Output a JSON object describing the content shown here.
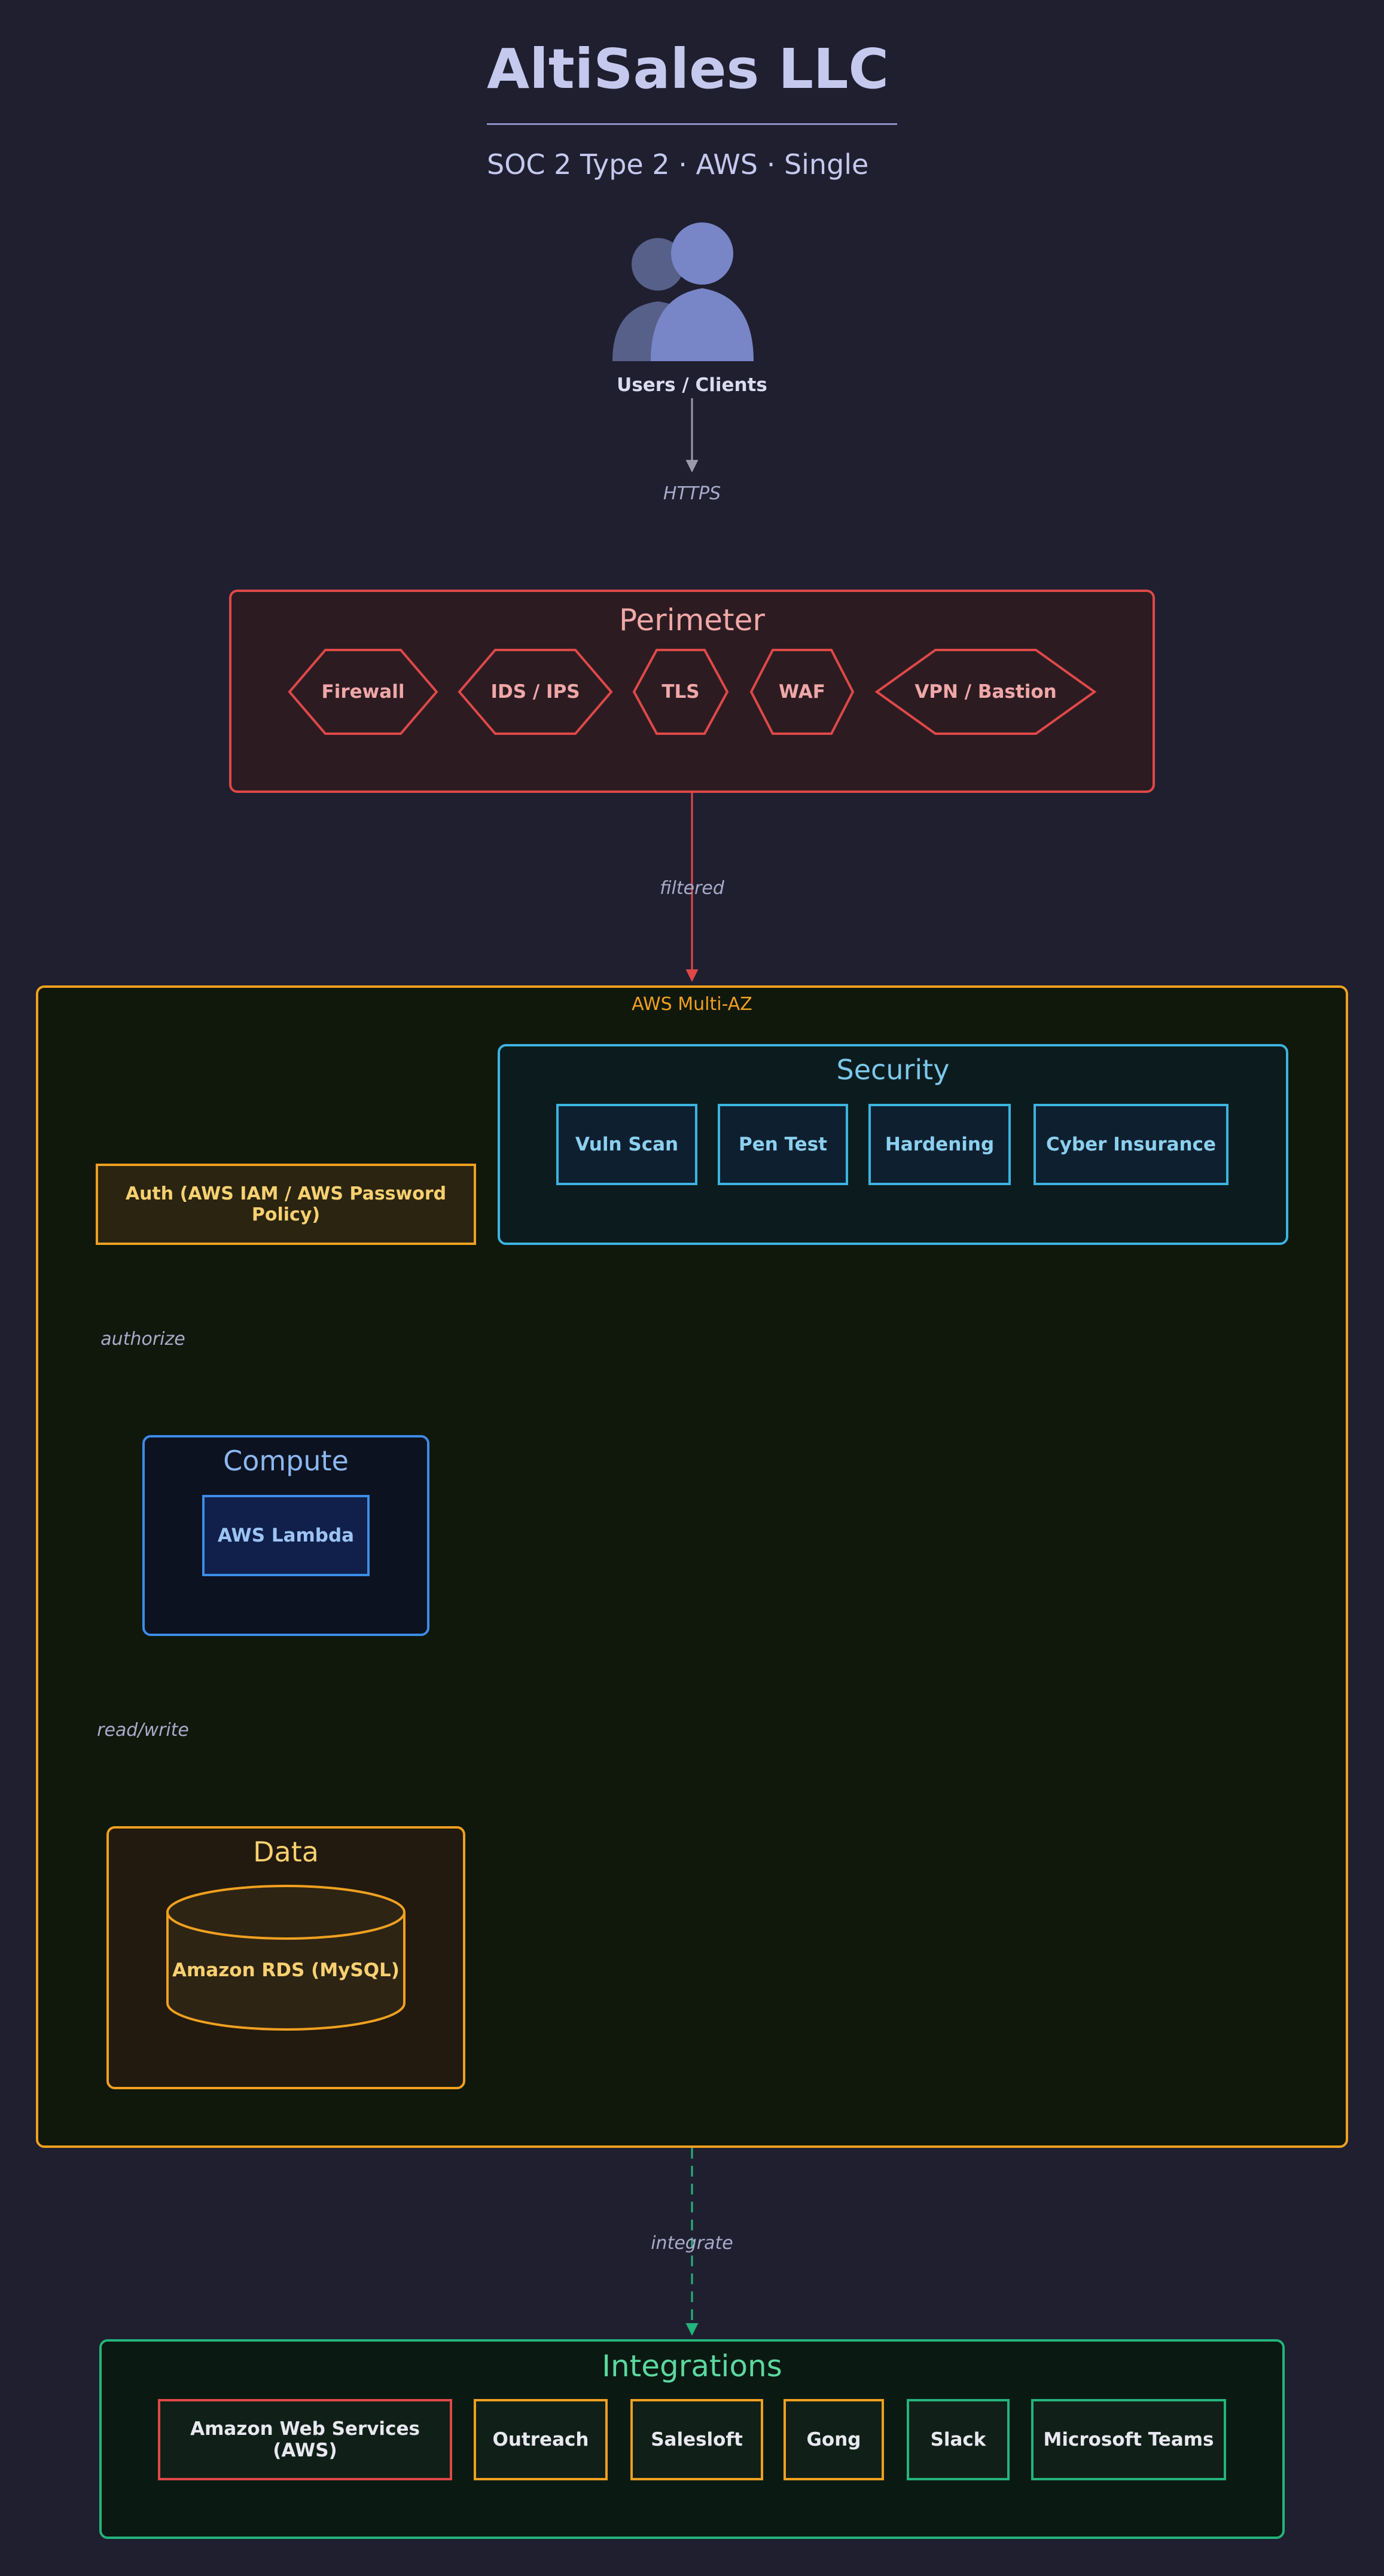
{
  "header": {
    "title": "AltiSales LLC",
    "subtitle": "SOC 2 Type 2 · AWS · Single"
  },
  "users": {
    "label": "Users / Clients",
    "icon": "users-icon"
  },
  "edges": {
    "https": "HTTPS",
    "filtered": "filtered",
    "authorize": "authorize",
    "read_write": "read/write",
    "integrate": "integrate"
  },
  "perimeter": {
    "title": "Perimeter",
    "items": [
      "Firewall",
      "IDS / IPS",
      "TLS",
      "WAF",
      "VPN / Bastion"
    ]
  },
  "cloud": {
    "label": "AWS Multi-AZ"
  },
  "security": {
    "title": "Security",
    "items": [
      "Vuln Scan",
      "Pen Test",
      "Hardening",
      "Cyber Insurance"
    ]
  },
  "auth": {
    "label": "Auth (AWS IAM / AWS Password Policy)"
  },
  "compute": {
    "title": "Compute",
    "items": [
      "AWS Lambda"
    ]
  },
  "data_tier": {
    "title": "Data",
    "items": [
      "Amazon RDS (MySQL)"
    ]
  },
  "integrations": {
    "title": "Integrations",
    "items": [
      "Amazon Web Services (AWS)",
      "Outreach",
      "Salesloft",
      "Gong",
      "Slack",
      "Microsoft Teams"
    ]
  },
  "colors": {
    "background": "#1f1f30",
    "perimeter": "#e04848",
    "cloud": "#f0a020",
    "security": "#3cb4e0",
    "compute": "#3c8ce8",
    "integrations": "#24b47c"
  }
}
